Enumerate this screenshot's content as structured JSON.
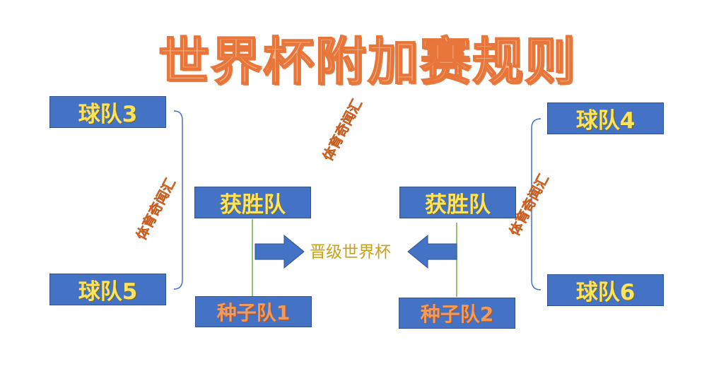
{
  "title": "世界杯附加赛规则",
  "teams": {
    "team3": "球队3",
    "team4": "球队4",
    "team5": "球队5",
    "team6": "球队6"
  },
  "winners": {
    "left": "获胜队",
    "right": "获胜队"
  },
  "seeds": {
    "seed1": "种子队1",
    "seed2": "种子队2"
  },
  "advance_label": "晋级世界杯",
  "watermark": "体育奇闻汇",
  "colors": {
    "box_fill": "#4472c4",
    "team_text": "#ffe35a",
    "seed_text": "#f29a5a",
    "title_text": "#f6b48a",
    "bracket": "#4472c4",
    "connector": "#70ad47"
  }
}
